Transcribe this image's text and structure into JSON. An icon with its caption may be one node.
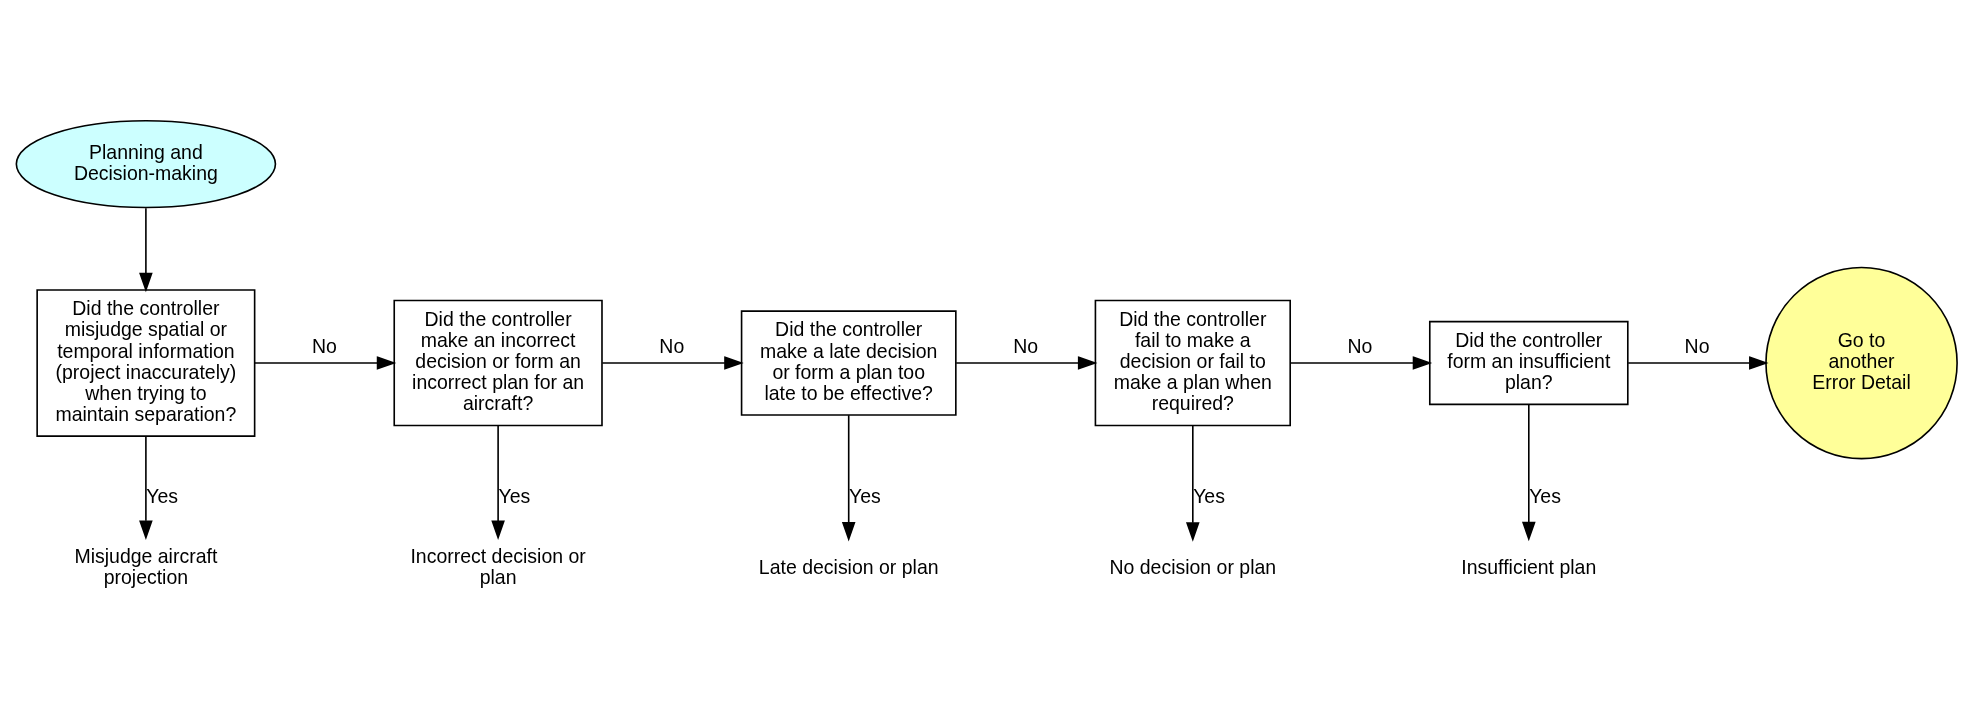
{
  "diagram": {
    "nodes": [
      {
        "text": [
          "Planning and Decision-making"
        ]
      },
      {
        "text": [
          "Did the controller misjudge spatial or temporal information (project inaccurately) when trying to maintain separation?"
        ]
      },
      {
        "text": [
          "Misjudge aircraft projection"
        ]
      },
      {
        "text": [
          "Did the controller make an incorrect decision or form an incorrect plan for an aircraft?"
        ]
      },
      {
        "text": [
          "Incorrect decision or plan"
        ]
      },
      {
        "text": [
          "Did the controller make a late decision or form a plan too late to be effective?"
        ]
      },
      {
        "text": [
          "Late decision or plan"
        ]
      },
      {
        "text": [
          "Did the controller fail to make a decision or fail to make a plan when required?"
        ]
      },
      {
        "text": [
          "No decision or plan"
        ]
      },
      {
        "text": [
          "Did the controller form an insufficient plan?"
        ]
      },
      {
        "text": [
          "Insufficient plan"
        ]
      },
      {
        "text": [
          "Go to another Error Detail"
        ]
      }
    ],
    "edges": [
      {
        "from": 0,
        "to": 1,
        "arrow": "to"
      },
      {
        "from": 1,
        "to": 3,
        "arrow": "to",
        "label": "No"
      },
      {
        "from": 1,
        "to": 2,
        "arrow": "to",
        "label": "Yes"
      },
      {
        "from": 3,
        "to": 5,
        "arrow": "to",
        "label": "No"
      },
      {
        "from": 3,
        "to": 4,
        "arrow": "to",
        "label": "Yes"
      },
      {
        "from": 5,
        "to": 7,
        "arrow": "to",
        "label": "No"
      },
      {
        "from": 5,
        "to": 6,
        "arrow": "to",
        "label": "Yes"
      },
      {
        "from": 7,
        "to": 9,
        "arrow": "to",
        "label": "No"
      },
      {
        "from": 7,
        "to": 8,
        "arrow": "to",
        "label": "Yes"
      },
      {
        "from": 9,
        "to": 11,
        "arrow": "to",
        "label": "No"
      },
      {
        "from": 9,
        "to": 10,
        "arrow": "to",
        "label": "Yes"
      }
    ]
  }
}
